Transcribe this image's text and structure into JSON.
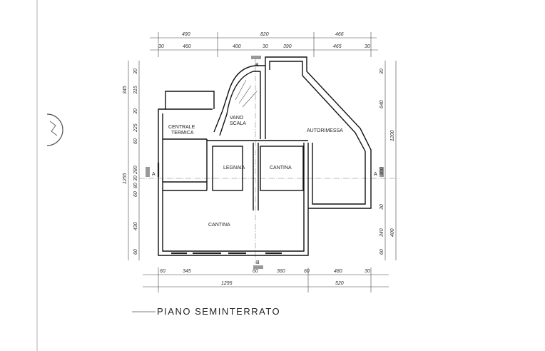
{
  "drawing_title": "PIANO SEMINTERRATO",
  "rooms": {
    "centrale_termica": [
      "CENTRALE",
      "TERMICA"
    ],
    "vano_scala": [
      "VANO",
      "SCALA"
    ],
    "autorimessa": "AUTORIMESSA",
    "legnaia": "LEGNAIA",
    "cantina_small": "CANTINA",
    "cantina_large": "CANTINA"
  },
  "section_markers": {
    "a_left": "A",
    "a_right": "A",
    "b_top": "B",
    "b_bottom": "B"
  },
  "dimensions": {
    "top_overall": [
      "490",
      "820",
      "466"
    ],
    "top_detail": [
      "30",
      "460",
      "400",
      "30",
      "390",
      "465",
      "30"
    ],
    "left_overall": [
      "345",
      "1255"
    ],
    "left_detail": [
      "30",
      "315",
      "30",
      "225",
      "60",
      "280",
      "30",
      "80",
      "60",
      "430",
      "60"
    ],
    "right_overall": [
      "1200",
      "400"
    ],
    "right_detail": [
      "30",
      "640",
      "300",
      "30",
      "340",
      "60"
    ],
    "bottom_detail": [
      "60",
      "345",
      "60",
      "360",
      "60",
      "480",
      "30"
    ],
    "bottom_overall": [
      "1295",
      "520"
    ]
  },
  "stamp": "circular municipal stamp (illegible)"
}
